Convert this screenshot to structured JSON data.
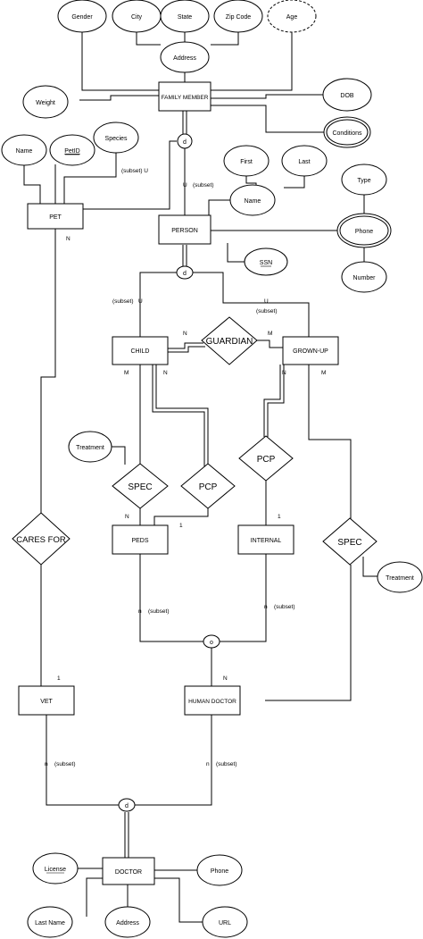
{
  "entities": {
    "family_member": "FAMILY MEMBER",
    "pet": "PET",
    "person": "PERSON",
    "child": "CHILD",
    "grown_up": "GROWN-UP",
    "peds": "PEDS",
    "internal": "INTERNAL",
    "vet": "VET",
    "human_doctor": "HUMAN DOCTOR",
    "doctor": "DOCTOR"
  },
  "attributes": {
    "gender": "Gender",
    "city": "City",
    "state": "State",
    "zip_code": "Zip Code",
    "age": "Age",
    "address": "Address",
    "weight": "Weight",
    "dob": "DOB",
    "conditions": "Conditions",
    "pet_name": "Name",
    "pet_id": "PetID",
    "species": "Species",
    "first": "First",
    "last": "Last",
    "person_name": "Name",
    "type": "Type",
    "phone": "Phone",
    "number": "Number",
    "ssn": "SSN",
    "treatment_peds": "Treatment",
    "treatment_grown": "Treatment",
    "license": "License",
    "doctor_phone": "Phone",
    "last_name": "Last Name",
    "doctor_address": "Address",
    "url": "URL"
  },
  "relationships": {
    "guardian": "GUARDIAN",
    "spec_child": "SPEC",
    "pcp_child": "PCP",
    "pcp_grown": "PCP",
    "spec_grown": "SPEC",
    "cares_for": "CARES FOR"
  },
  "specializations": {
    "fm_disjoint": "d",
    "person_disjoint": "d",
    "doctor_overlap": "o",
    "doctor_disjoint": "d"
  },
  "labels": {
    "subset_pet": "(subset) U",
    "subset_person_u": "U",
    "subset_person": "(subset)",
    "subset_child_label": "(subset)",
    "subset_child_u": "U",
    "subset_grown_u": "U",
    "subset_grown_label": "(subset)",
    "n_peds": "n",
    "subset_peds": "(subset)",
    "n_internal": "n",
    "subset_internal": "(subset)",
    "n_vet": "n",
    "subset_vet": "(subset)",
    "n_human": "n",
    "subset_human": "(subset)",
    "pet_n": "N",
    "guardian_child_n": "N",
    "guardian_grown_m": "M",
    "child_m": "M",
    "child_n": "N",
    "grown_n": "N",
    "grown_m": "M",
    "peds_n": "N",
    "pcp_peds_1": "1",
    "pcp_internal_1": "1",
    "vet_1": "1",
    "human_doctor_n": "N"
  }
}
